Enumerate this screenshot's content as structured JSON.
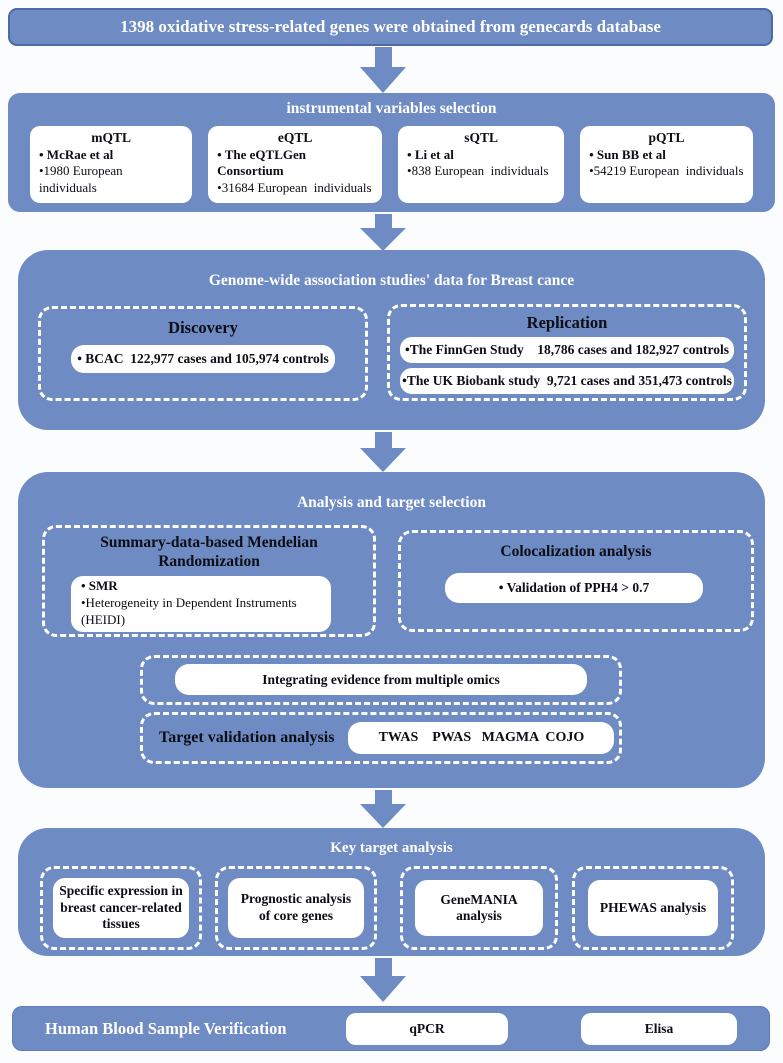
{
  "colors": {
    "panel_blue": "#6e8bc3",
    "banner_border": "#4d6aa6",
    "dark_text": "#0d0d15",
    "white": "#ffffff"
  },
  "top_banner": {
    "text": "1398 oxidative stress-related genes were obtained from genecards database"
  },
  "iv_section": {
    "title": "instrumental variables selection",
    "boxes": [
      {
        "title": "mQTL",
        "line1": "• McRae et al",
        "line2": "•1980 European  individuals"
      },
      {
        "title": "eQTL",
        "line1": "• The eQTLGen Consortium",
        "line2": "•31684 European  individuals"
      },
      {
        "title": "sQTL",
        "line1": "• Li et al",
        "line2": "•838 European  individuals"
      },
      {
        "title": "pQTL",
        "line1": "• Sun BB et al",
        "line2": "•54219 European  individuals"
      }
    ]
  },
  "gwas_section": {
    "title": "Genome-wide association studies' data for Breast cance",
    "discovery": {
      "title": "Discovery",
      "item": "• BCAC  122,977 cases and 105,974 controls"
    },
    "replication": {
      "title": "Replication",
      "items": [
        "•The FinnGen Study    18,786 cases and 182,927 controls",
        "•The UK Biobank study  9,721 cases and 351,473 controls"
      ]
    }
  },
  "analysis_section": {
    "title": "Analysis and target selection",
    "smr": {
      "title": "Summary-data-based Mendelian Randomization",
      "line1": "• SMR",
      "line2": "•Heterogeneity in Dependent Instruments (HEIDI)"
    },
    "coloc": {
      "title": "Colocalization analysis",
      "item": "• Validation of PPH4 > 0.7"
    },
    "integrating": {
      "item": "Integrating evidence from multiple omics"
    },
    "target_validation": {
      "label": "Target validation analysis",
      "item": "TWAS    PWAS   MAGMA  COJO"
    }
  },
  "key_target_section": {
    "title": "Key target analysis",
    "boxes": [
      "Specific expression in breast cancer-related tissues",
      "Prognostic analysis of core genes",
      "GeneMANIA analysis",
      "PHEWAS analysis"
    ]
  },
  "verification_section": {
    "title": "Human Blood Sample Verification",
    "items": [
      "qPCR",
      "Elisa"
    ]
  }
}
